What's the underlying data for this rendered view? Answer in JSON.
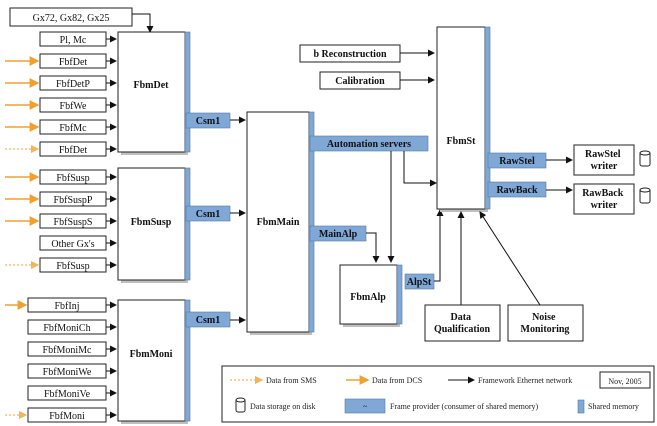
{
  "top_input": "Gx72, Gx82, Gx25",
  "det_inputs": [
    "Pl, Mc",
    "FbfDet",
    "FbfDetP",
    "FbfWe",
    "FbfMc",
    "FbfDet"
  ],
  "susp_inputs": [
    "FbfSusp",
    "FbfSuspP",
    "FbfSuspS",
    "Other Gx's",
    "FbfSusp"
  ],
  "moni_inputs": [
    "FbfInj",
    "FbfMoniCh",
    "FbfMoniMc",
    "FbfMoniWe",
    "FbfMoniVe",
    "FbfMoni"
  ],
  "processes": {
    "det": "FbmDet",
    "susp": "FbmSusp",
    "moni": "FbmMoni",
    "main": "FbmMain",
    "alp": "FbmAlp",
    "st": "FbmSt"
  },
  "shm": {
    "csm1": "Csm1",
    "automation": "Automation servers",
    "mainalp": "MainAlp",
    "alpst": "AlpSt",
    "rawstel": "RawStel",
    "rawback": "RawBack"
  },
  "right_inputs": {
    "reconstruction": "b Reconstruction",
    "calibration": "Calibration"
  },
  "writers": {
    "rawstel": "RawStel writer",
    "rawback": "RawBack writer"
  },
  "bottom_boxes": {
    "dq": "Data Qualification",
    "noise": "Noise Monitoring"
  },
  "legend": {
    "sms": "Data from SMS",
    "dcs": "Data from DCS",
    "network": "Framework Ethernet network",
    "date": "Nov, 2005",
    "disk": "Data storage on disk",
    "frame_provider": "Frame provider (consumer of shared memory)",
    "frame_symbol": "~",
    "shared": "Shared memory"
  },
  "colors": {
    "shared_memory": "#7fa8d6",
    "dcs_arrow": "#f0a030",
    "sms_arrow": "#f0b65a"
  }
}
